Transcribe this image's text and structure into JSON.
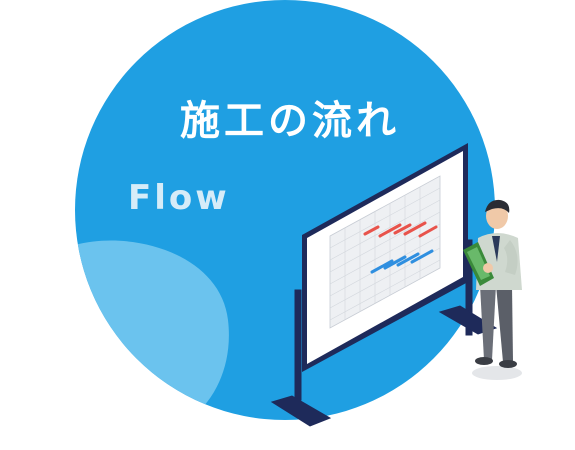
{
  "heading": {
    "title_ja": "施工の流れ",
    "title_en": "Flow"
  },
  "colors": {
    "circle": "#1f9fe2",
    "circle_light": "#6bc3ee",
    "board_frame": "#1e2a5a",
    "bar_red": "#e8534b",
    "bar_blue": "#2f8fe0"
  },
  "icons": {
    "illustration": "person-presenting-gantt-board"
  }
}
